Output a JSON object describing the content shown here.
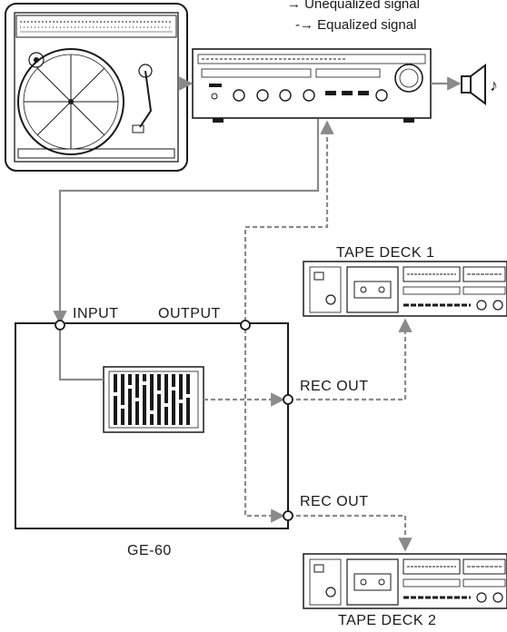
{
  "legend": {
    "unequalized": "Unequalized signal",
    "equalized": "Equalized signal",
    "unequalized_symbol": "→",
    "equalized_symbol": "-→"
  },
  "labels": {
    "tape_deck_1": "TAPE DECK 1",
    "tape_deck_2": "TAPE DECK 2",
    "input": "INPUT",
    "output": "OUTPUT",
    "rec_out_1": "REC OUT",
    "rec_out_2": "REC OUT",
    "equalizer_model": "GE-60"
  },
  "colors": {
    "line": "#1a1a1a",
    "signal": "#8a8a8a"
  }
}
